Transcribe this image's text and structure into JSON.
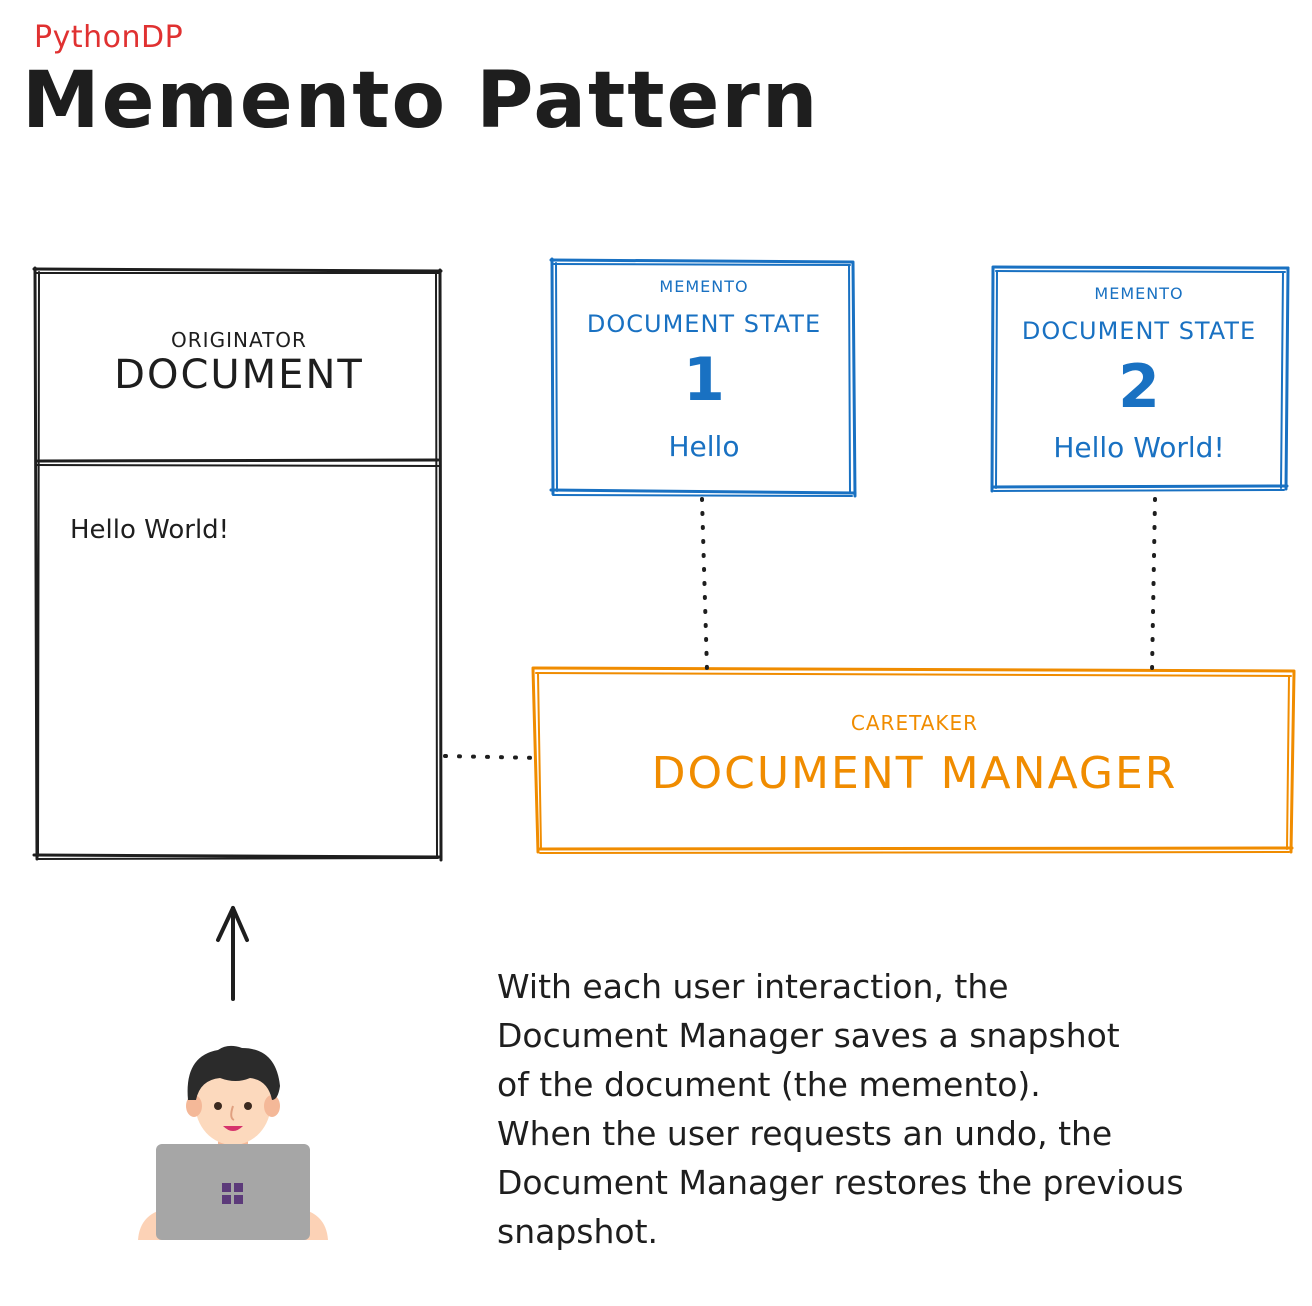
{
  "header": {
    "brand": "PythonDP",
    "title": "Memento Pattern"
  },
  "originator": {
    "role": "ORIGINATOR",
    "name": "DOCUMENT",
    "content": "Hello World!"
  },
  "mementos": [
    {
      "role": "MEMENTO",
      "name": "DOCUMENT STATE",
      "number": "1",
      "text": "Hello"
    },
    {
      "role": "MEMENTO",
      "name": "DOCUMENT STATE",
      "number": "2",
      "text": "Hello World!"
    }
  ],
  "caretaker": {
    "role": "CARETAKER",
    "name": "DOCUMENT MANAGER"
  },
  "description": [
    "With each user interaction, the",
    "Document Manager saves a snapshot",
    "of the document (the memento).",
    "When the user requests an undo, the",
    "Document Manager restores the previous",
    "snapshot."
  ],
  "colors": {
    "brand": "#e03131",
    "memento": "#1971c2",
    "caretaker": "#f08c00",
    "stroke": "#1e1e1e"
  },
  "icons": {
    "user": "person-with-laptop-icon",
    "arrow": "arrow-up-icon"
  }
}
